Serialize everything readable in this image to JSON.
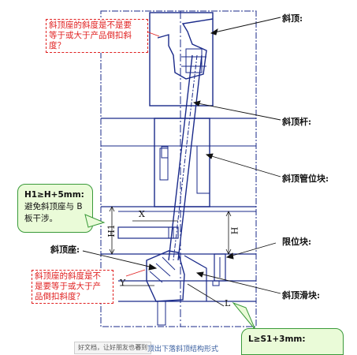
{
  "labels": {
    "slanted_ejector": "斜顶:",
    "slanted_rod": "斜顶杆:",
    "guide_block": "斜顶管位块:",
    "stop_block": "限位块:",
    "slanted_seat": "斜顶座:",
    "slide_block": "斜顶滑块:"
  },
  "notes": {
    "top_question": [
      "斜顶座的斜度是不是要",
      "等于或大于产品倒扣斜度？"
    ],
    "bottom_question": [
      "斜顶座的斜度是不",
      "是要等于或大于产",
      "品倒扣斜度？"
    ]
  },
  "callouts": {
    "h_rule_title": "H1≥H+5mm:",
    "h_rule_body": [
      "避免斜顶座与 B",
      "板干涉。"
    ],
    "l_rule_title": "L≥S1+3mm:"
  },
  "dimensions": {
    "x": "X",
    "y": "Y",
    "h1": "H1",
    "h": "H",
    "l": "L"
  },
  "footer": {
    "share_text": "好文档，让好朋友也看到",
    "close": "×",
    "caption": "顶出下落斜顶结构形式"
  },
  "colors": {
    "outline": "#1a2a8a",
    "note_red": "#e02020",
    "callout_green": "#eafbd8",
    "caption_blue": "#3a5fa0"
  }
}
